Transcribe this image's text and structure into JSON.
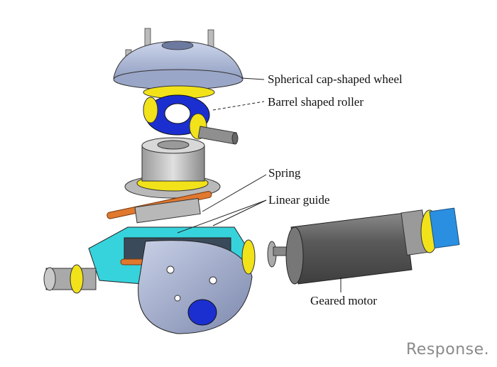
{
  "labels": {
    "wheel": "Spherical cap-shaped wheel",
    "roller": "Barrel shaped roller",
    "spring": "Spring",
    "guide": "Linear guide",
    "motor": "Geared motor"
  },
  "watermark": "Response.",
  "colors": {
    "cap": "#a9b6d6",
    "ring": "#f2e21a",
    "roller": "#1b2fd0",
    "body": "#36d3dc",
    "spring": "#e0782e",
    "motor": "#6b6b6b",
    "end_cap": "#2a8fe0"
  }
}
